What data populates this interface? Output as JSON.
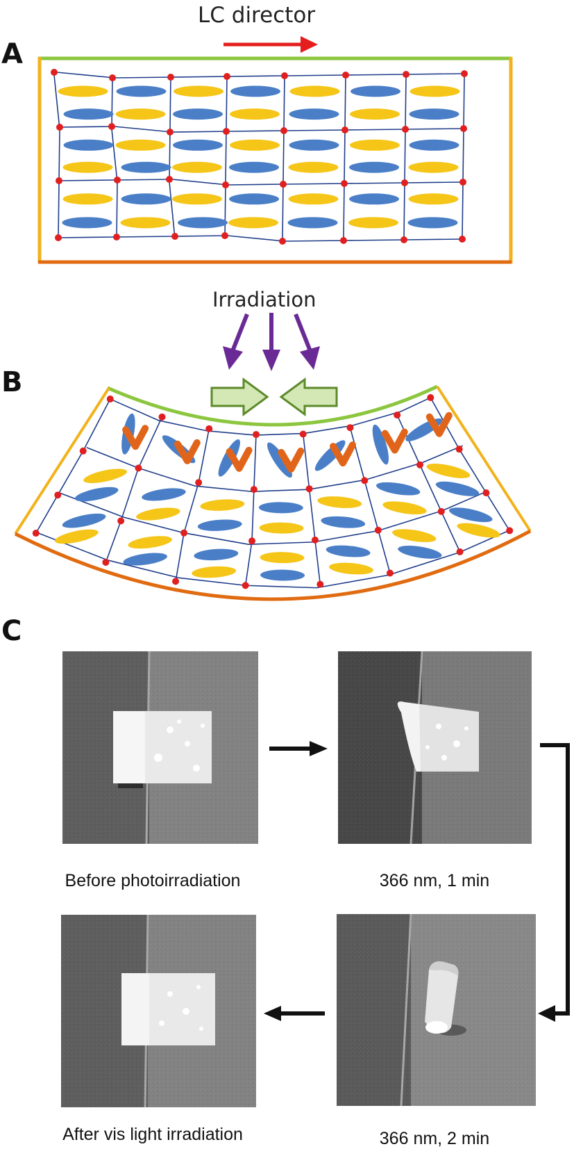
{
  "panels": {
    "a": {
      "letter": "A",
      "director_label": "LC director"
    },
    "b": {
      "letter": "B",
      "irradiation_label": "Irradiation"
    },
    "c": {
      "letter": "C",
      "photos": [
        {
          "caption": "Before photoirradiation",
          "state": "flat"
        },
        {
          "caption": "366 nm, 1 min",
          "state": "curling"
        },
        {
          "caption": "366 nm, 2 min",
          "state": "rolled"
        },
        {
          "caption": "After vis light irradiation",
          "state": "flat"
        }
      ]
    }
  },
  "colors": {
    "mesogen_blue": "#4a7fc8",
    "mesogen_yellow": "#f5c518",
    "crosslink_red": "#e02020",
    "network_line": "#1f3d8a",
    "top_edge_green": "#8cc63f",
    "side_edge_orange": "#f2b21c",
    "bottom_edge_orange": "#e06b10",
    "director_arrow_red": "#e41d1d",
    "irradiation_arrow_purple": "#6a2a96",
    "compression_arrow_green": "#d3e8b5",
    "azobenzene_orange": "#e0651a"
  }
}
